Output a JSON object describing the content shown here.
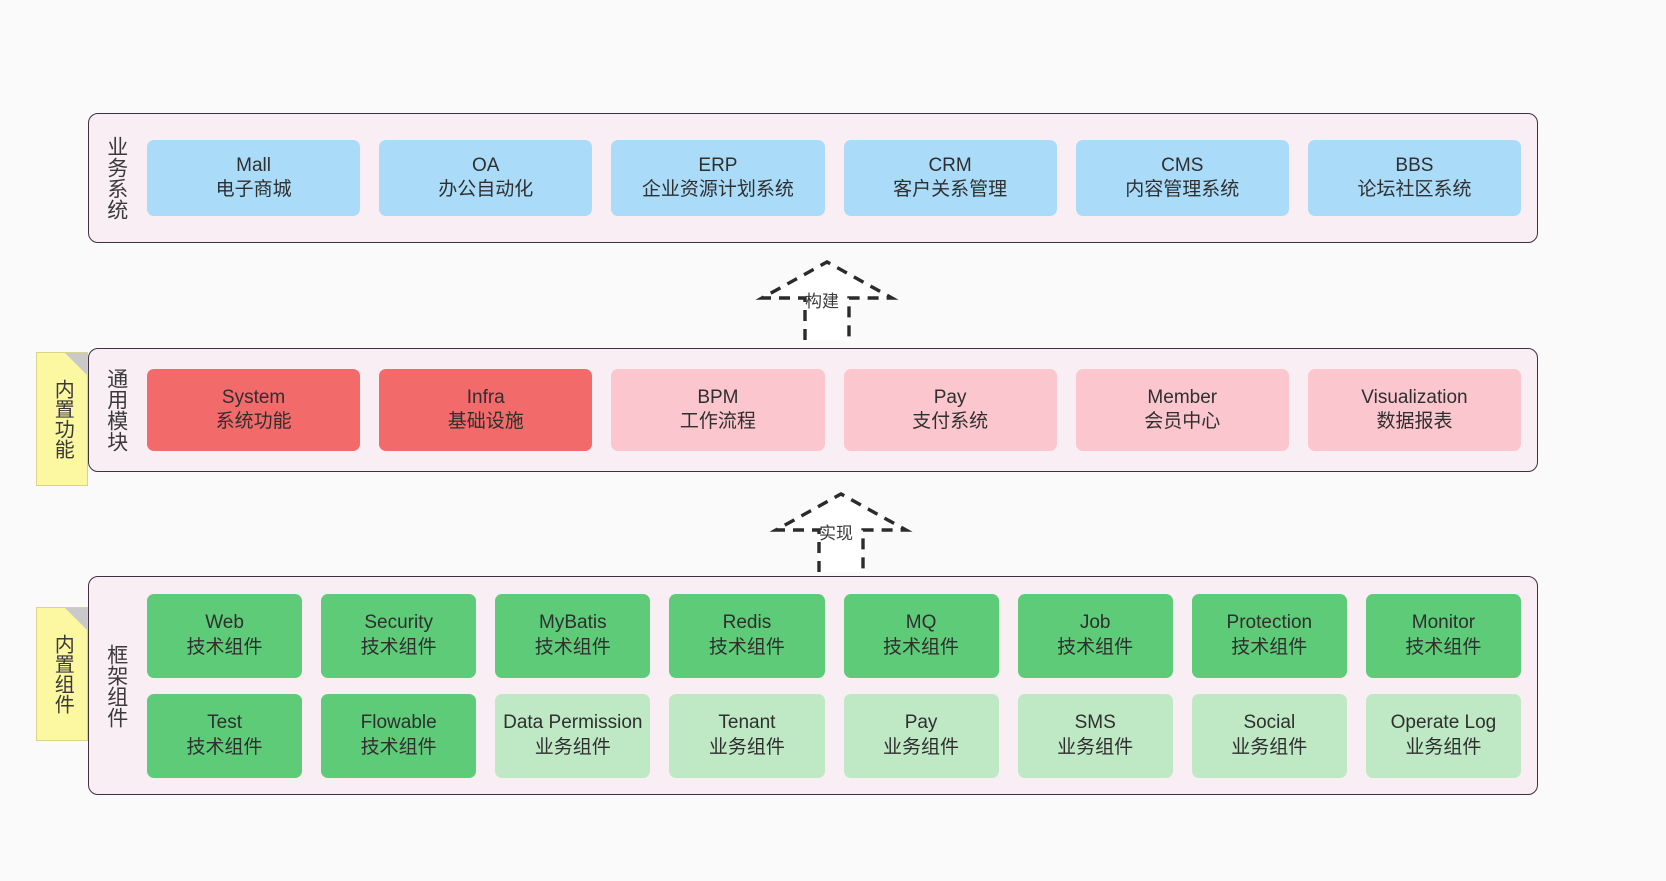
{
  "diagram": {
    "title": "ruoyi-vue-pro architecture layers",
    "background": "#fafafa"
  },
  "colors": {
    "layer_bg": "#faeef5",
    "layer_border": "#403040",
    "blue": "#aadcfa",
    "red": "#f26a6a",
    "pink": "#fbc6ce",
    "green_dark": "#5ecb78",
    "green_light": "#bfe8c5",
    "note_yellow": "#fcf7a1",
    "note_fold": "#c9c9c9",
    "text": "#2f2f2f"
  },
  "layers": [
    {
      "id": "business",
      "title": "业务系统",
      "rows": [
        {
          "items": [
            {
              "name": "Mall",
              "desc": "电子商城",
              "color": "#aadcfa"
            },
            {
              "name": "OA",
              "desc": "办公自动化",
              "color": "#aadcfa"
            },
            {
              "name": "ERP",
              "desc": "企业资源计划系统",
              "color": "#aadcfa"
            },
            {
              "name": "CRM",
              "desc": "客户关系管理",
              "color": "#aadcfa"
            },
            {
              "name": "CMS",
              "desc": "内容管理系统",
              "color": "#aadcfa"
            },
            {
              "name": "BBS",
              "desc": "论坛社区系统",
              "color": "#aadcfa"
            }
          ]
        }
      ]
    },
    {
      "id": "module",
      "title": "通用模块",
      "note": "内置功能",
      "rows": [
        {
          "items": [
            {
              "name": "System",
              "desc": "系统功能",
              "color": "#f26a6a"
            },
            {
              "name": "Infra",
              "desc": "基础设施",
              "color": "#f26a6a"
            },
            {
              "name": "BPM",
              "desc": "工作流程",
              "color": "#fbc6ce"
            },
            {
              "name": "Pay",
              "desc": "支付系统",
              "color": "#fbc6ce"
            },
            {
              "name": "Member",
              "desc": "会员中心",
              "color": "#fbc6ce"
            },
            {
              "name": "Visualization",
              "desc": "数据报表",
              "color": "#fbc6ce"
            }
          ]
        }
      ]
    },
    {
      "id": "framework",
      "title": "框架组件",
      "note": "内置组件",
      "rows": [
        {
          "items": [
            {
              "name": "Web",
              "desc": "技术组件",
              "color": "#5ecb78"
            },
            {
              "name": "Security",
              "desc": "技术组件",
              "color": "#5ecb78"
            },
            {
              "name": "MyBatis",
              "desc": "技术组件",
              "color": "#5ecb78"
            },
            {
              "name": "Redis",
              "desc": "技术组件",
              "color": "#5ecb78"
            },
            {
              "name": "MQ",
              "desc": "技术组件",
              "color": "#5ecb78"
            },
            {
              "name": "Job",
              "desc": "技术组件",
              "color": "#5ecb78"
            },
            {
              "name": "Protection",
              "desc": "技术组件",
              "color": "#5ecb78"
            },
            {
              "name": "Monitor",
              "desc": "技术组件",
              "color": "#5ecb78"
            }
          ]
        },
        {
          "items": [
            {
              "name": "Test",
              "desc": "技术组件",
              "color": "#5ecb78"
            },
            {
              "name": "Flowable",
              "desc": "技术组件",
              "color": "#5ecb78"
            },
            {
              "name": "Data Permission",
              "desc": "业务组件",
              "color": "#bfe8c5"
            },
            {
              "name": "Tenant",
              "desc": "业务组件",
              "color": "#bfe8c5"
            },
            {
              "name": "Pay",
              "desc": "业务组件",
              "color": "#bfe8c5"
            },
            {
              "name": "SMS",
              "desc": "业务组件",
              "color": "#bfe8c5"
            },
            {
              "name": "Social",
              "desc": "业务组件",
              "color": "#bfe8c5"
            },
            {
              "name": "Operate Log",
              "desc": "业务组件",
              "color": "#bfe8c5"
            }
          ]
        }
      ]
    }
  ],
  "arrows": [
    {
      "id": "build",
      "label": "构建"
    },
    {
      "id": "implement",
      "label": "实现"
    }
  ]
}
